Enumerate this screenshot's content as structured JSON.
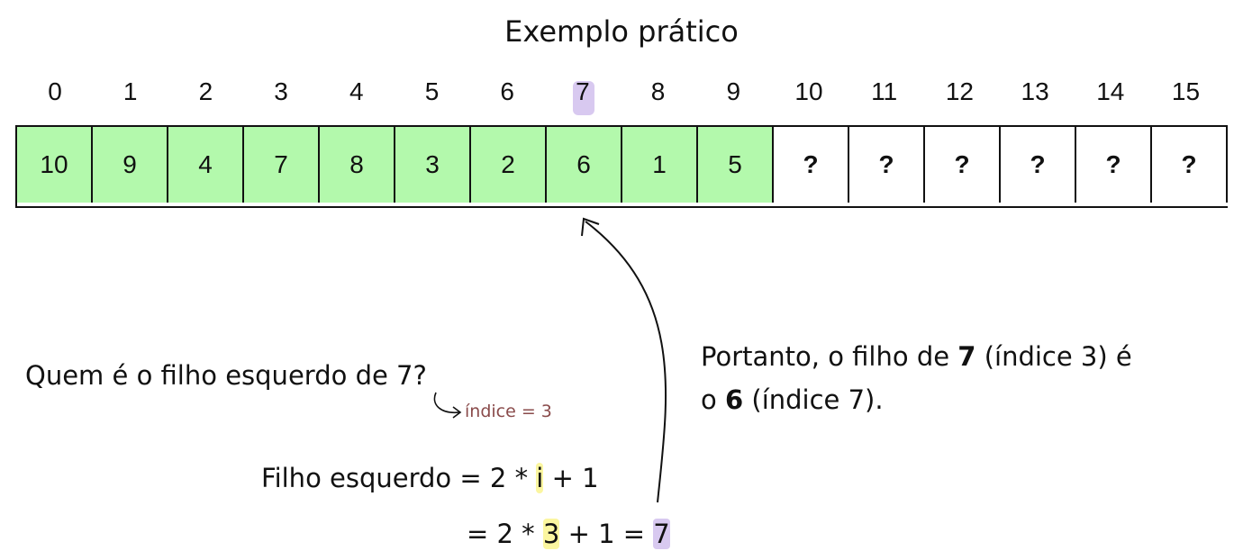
{
  "title": "Exemplo prático",
  "indices": [
    "0",
    "1",
    "2",
    "3",
    "4",
    "5",
    "6",
    "7",
    "8",
    "9",
    "10",
    "11",
    "12",
    "13",
    "14",
    "15"
  ],
  "highlighted_index": 7,
  "cells": [
    {
      "value": "10",
      "filled": true
    },
    {
      "value": "9",
      "filled": true
    },
    {
      "value": "4",
      "filled": true
    },
    {
      "value": "7",
      "filled": true
    },
    {
      "value": "8",
      "filled": true
    },
    {
      "value": "3",
      "filled": true
    },
    {
      "value": "2",
      "filled": true
    },
    {
      "value": "6",
      "filled": true
    },
    {
      "value": "1",
      "filled": true
    },
    {
      "value": "5",
      "filled": true
    },
    {
      "value": "?",
      "filled": false
    },
    {
      "value": "?",
      "filled": false
    },
    {
      "value": "?",
      "filled": false
    },
    {
      "value": "?",
      "filled": false
    },
    {
      "value": "?",
      "filled": false
    },
    {
      "value": "?",
      "filled": false
    }
  ],
  "question": "Quem é o filho esquerdo de 7?",
  "index_hint": "índice = 3",
  "formula": {
    "line1_prefix": "Filho esquerdo = 2 * ",
    "line1_var": "i",
    "line1_suffix": " + 1",
    "line2_prefix": "= 2 * ",
    "line2_var": "3",
    "line2_mid": " + 1 = ",
    "line2_result": "7"
  },
  "conclusion": {
    "line1_prefix": "Portanto, o filho de ",
    "line1_value": "7",
    "line1_suffix": " (índice 3) é",
    "line2_prefix": "o ",
    "line2_value": "6",
    "line2_suffix": " (índice 7)."
  },
  "colors": {
    "filled_cell": "#b3f9ac",
    "highlight_purple": "#d8c9f0",
    "highlight_yellow": "#fbf6a0",
    "hint_text": "#8a4b4b"
  }
}
